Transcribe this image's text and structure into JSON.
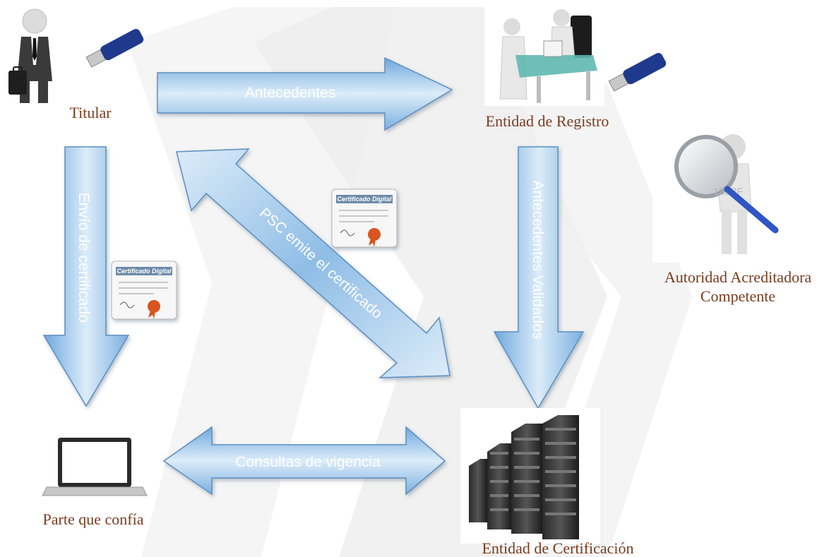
{
  "nodes": {
    "titular": "Titular",
    "registro": "Entidad de Registro",
    "autoridad_line1": "Autoridad Acreditadora",
    "autoridad_line2": "Competente",
    "parte": "Parte que confía",
    "certificacion": "Entidad de Certificación"
  },
  "arrows": {
    "antecedentes": "Antecedentes",
    "envio": "Envío de certificado",
    "psc": "PSC emite el certificado",
    "validados": "Antecedentes Validados",
    "consultas": "Consultas de vigencia"
  },
  "certificates": {
    "title": "Certificado Digital"
  },
  "watermark": {
    "text": "123RF"
  },
  "colors": {
    "arrow_fill": "#a9cfef",
    "arrow_stroke": "#5b8fc2",
    "label": "#7a3c1f",
    "usb": "#1f3a8c",
    "seal": "#d9541f"
  }
}
